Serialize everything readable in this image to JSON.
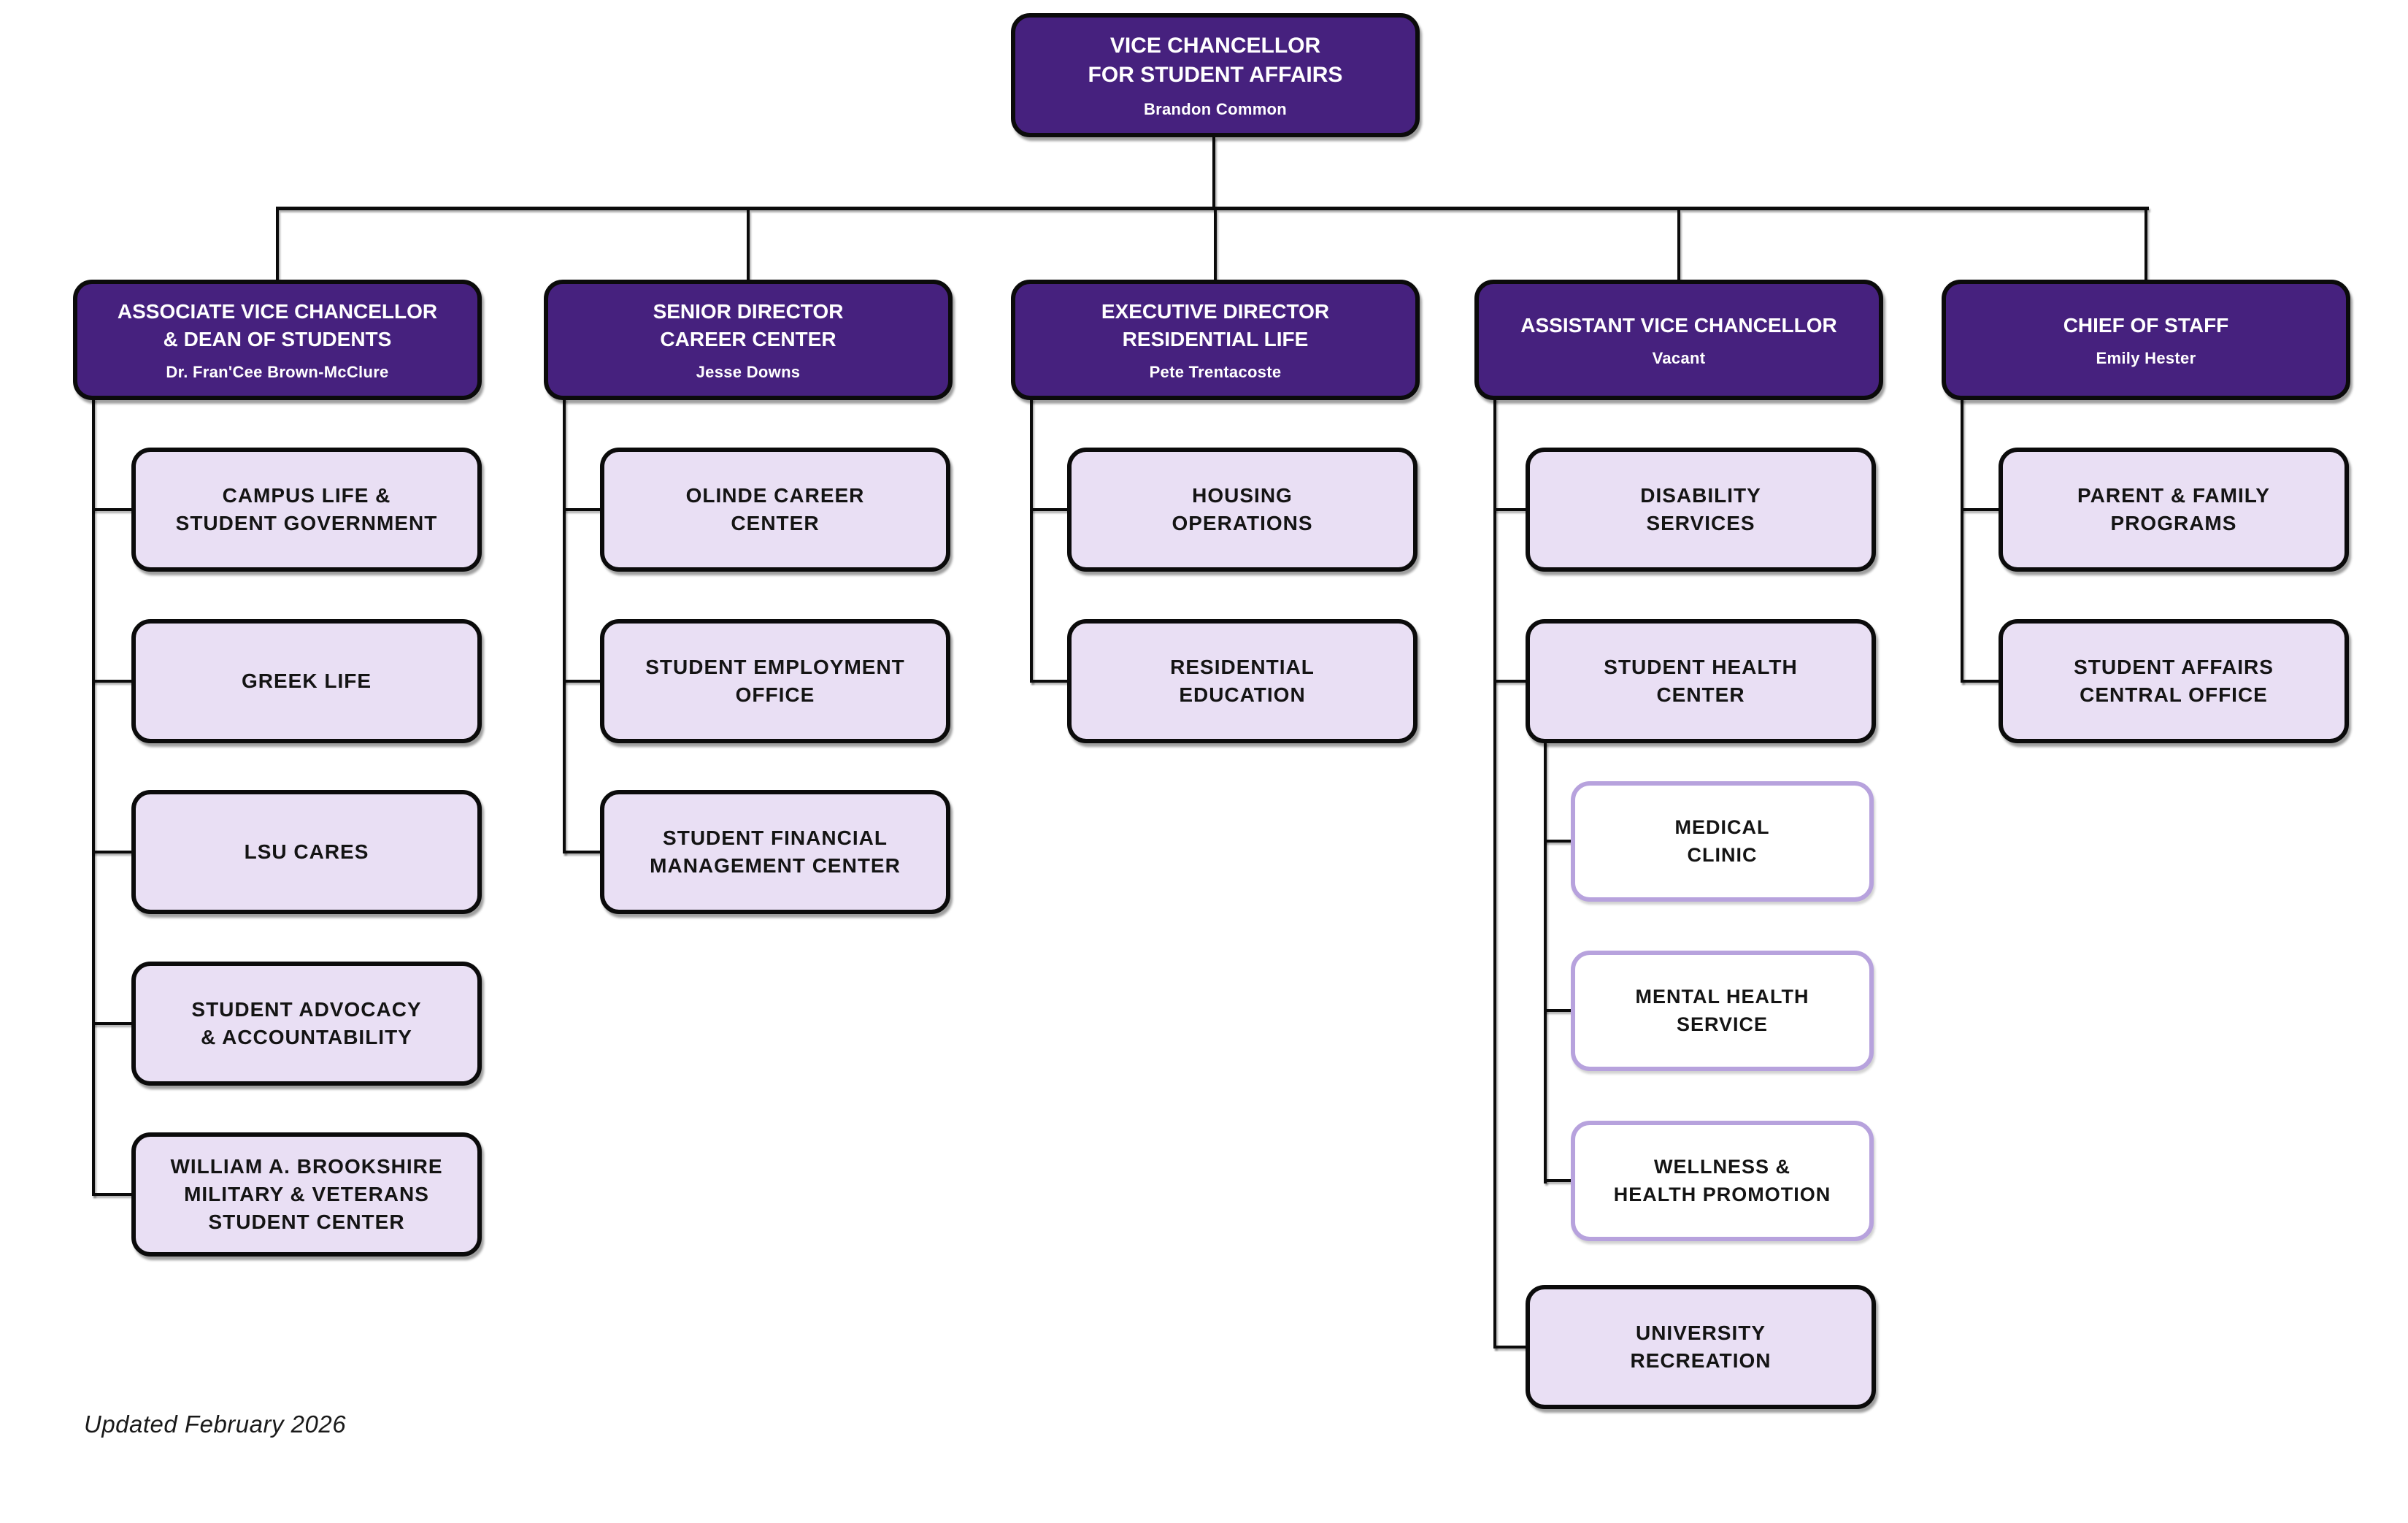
{
  "page": {
    "footer_note": "Updated February 2026",
    "background_color": "#ffffff"
  },
  "colors": {
    "primary_purple": "#46217E",
    "light_lavender_fill": "#E9DFF4",
    "sub_box_border_lavender": "#B7A2DD",
    "connector_black": "#0b0b0b",
    "head_text": "#ffffff",
    "leaf_text": "#141414"
  },
  "org": {
    "root": {
      "title": "VICE CHANCELLOR\nFOR STUDENT AFFAIRS",
      "name": "Brandon Common"
    },
    "columns": [
      {
        "head": {
          "title": "ASSOCIATE VICE CHANCELLOR\n& DEAN OF STUDENTS",
          "name": "Dr. Fran'Cee Brown-McClure"
        },
        "children": [
          "CAMPUS LIFE &\nSTUDENT GOVERNMENT",
          "GREEK LIFE",
          "LSU CARES",
          "STUDENT ADVOCACY\n& ACCOUNTABILITY",
          "WILLIAM A. BROOKSHIRE\nMILITARY & VETERANS\nSTUDENT CENTER"
        ]
      },
      {
        "head": {
          "title": "SENIOR DIRECTOR\nCAREER CENTER",
          "name": "Jesse Downs"
        },
        "children": [
          "OLINDE CAREER\nCENTER",
          "STUDENT EMPLOYMENT\nOFFICE",
          "STUDENT FINANCIAL\nMANAGEMENT CENTER"
        ]
      },
      {
        "head": {
          "title": "EXECUTIVE DIRECTOR\nRESIDENTIAL LIFE",
          "name": "Pete Trentacoste"
        },
        "children": [
          "HOUSING\nOPERATIONS",
          "RESIDENTIAL\nEDUCATION"
        ]
      },
      {
        "head": {
          "title": "ASSISTANT VICE CHANCELLOR",
          "name": "Vacant"
        },
        "children": [
          "DISABILITY\nSERVICES",
          "STUDENT HEALTH\nCENTER"
        ],
        "sub_children": [
          "MEDICAL\nCLINIC",
          "MENTAL HEALTH\nSERVICE",
          "WELLNESS &\nHEALTH PROMOTION"
        ],
        "children_after": [
          "UNIVERSITY\nRECREATION"
        ]
      },
      {
        "head": {
          "title": "CHIEF OF STAFF",
          "name": "Emily Hester"
        },
        "children": [
          "PARENT & FAMILY\nPROGRAMS",
          "STUDENT AFFAIRS\nCENTRAL OFFICE"
        ]
      }
    ]
  }
}
